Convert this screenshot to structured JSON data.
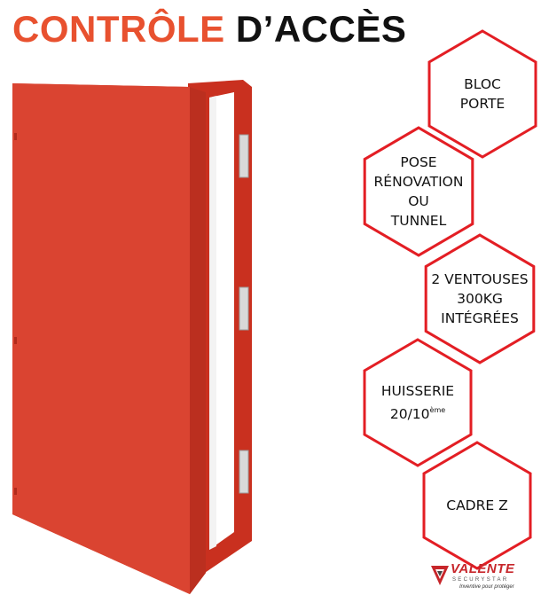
{
  "title": {
    "part1": "CONTRÔLE",
    "part2": " D’ACCÈS"
  },
  "features": [
    {
      "lines": [
        "BLOC",
        "PORTE"
      ]
    },
    {
      "lines": [
        "POSE",
        "RÉNOVATION",
        "OU",
        "TUNNEL"
      ]
    },
    {
      "lines": [
        "2 VENTOUSES",
        "300KG",
        "INTÉGRÉES"
      ]
    },
    {
      "lines": [
        "HUISSERIE",
        "20/10"
      ],
      "superscript": "ème"
    },
    {
      "lines": [
        "CADRE Z"
      ]
    }
  ],
  "logo": {
    "brand": "VALENTE",
    "sub": "SECURYSTAR",
    "tagline": "Inventive pour protéger"
  },
  "colors": {
    "accent": "#e8512f",
    "door": "#d63b29",
    "hex_border": "#e31e24"
  }
}
